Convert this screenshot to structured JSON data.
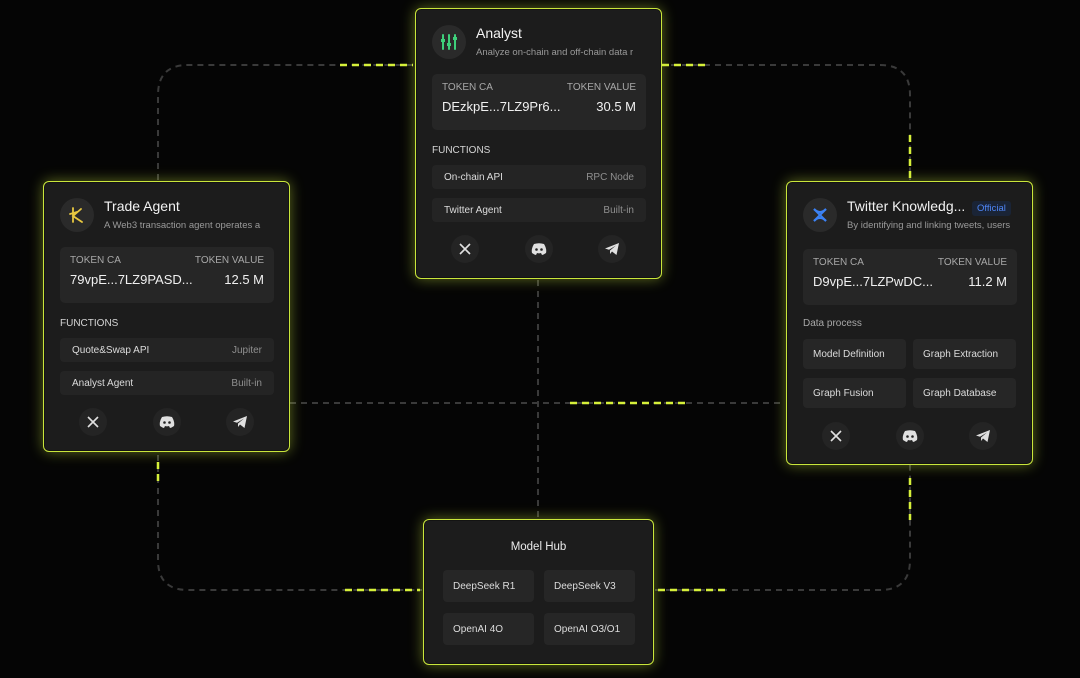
{
  "colors": {
    "accent": "#c9e63b",
    "card_bg": "#1c1c1c",
    "official_badge": "#4f86f7"
  },
  "analyst": {
    "title": "Analyst",
    "subtitle": "Analyze on-chain and off-chain data r",
    "icon": "equalizer-icon",
    "token_ca_label": "TOKEN CA",
    "token_value_label": "TOKEN VALUE",
    "token_ca": "DEzkpE...7LZ9Pr6...",
    "token_value": "30.5 M",
    "functions_label": "FUNCTIONS",
    "functions": [
      {
        "name": "On-chain API",
        "provider": "RPC Node"
      },
      {
        "name": "Twitter Agent",
        "provider": "Built-in"
      }
    ]
  },
  "trade": {
    "title": "Trade Agent",
    "subtitle": "A Web3 transaction agent operates a",
    "icon": "k-logo-icon",
    "token_ca_label": "TOKEN CA",
    "token_value_label": "TOKEN VALUE",
    "token_ca": "79vpE...7LZ9PASD...",
    "token_value": "12.5 M",
    "functions_label": "FUNCTIONS",
    "functions": [
      {
        "name": "Quote&Swap API",
        "provider": "Jupiter"
      },
      {
        "name": "Analyst Agent",
        "provider": "Built-in"
      }
    ]
  },
  "twitter": {
    "title": "Twitter Knowledg...",
    "badge": "Official",
    "subtitle": "By identifying and linking tweets, users",
    "icon": "network-x-icon",
    "token_ca_label": "TOKEN CA",
    "token_value_label": "TOKEN VALUE",
    "token_ca": "D9vpE...7LZPwDC...",
    "token_value": "11.2 M",
    "data_process_label": "Data process",
    "processes": [
      "Model Definition",
      "Graph Extraction",
      "Graph Fusion",
      "Graph Database"
    ]
  },
  "hub": {
    "title": "Model Hub",
    "models": [
      "DeepSeek R1",
      "DeepSeek V3",
      "OpenAI 4O",
      "OpenAI O3/O1"
    ]
  },
  "social_icons": [
    "x-icon",
    "discord-icon",
    "telegram-icon"
  ]
}
